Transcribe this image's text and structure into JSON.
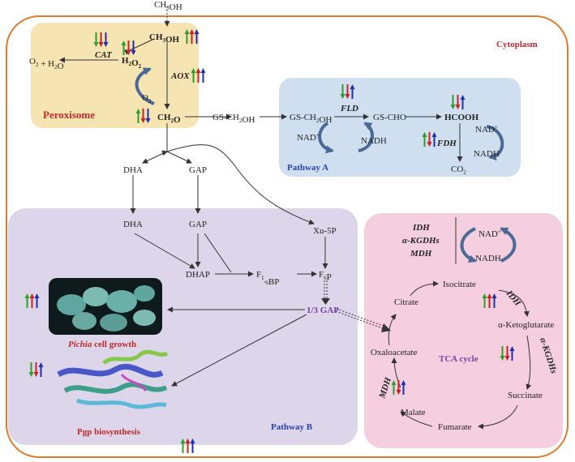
{
  "molecules": {
    "methanol_top": "CH3OH",
    "methanol": "CH3OH",
    "h2o2": "H2O2",
    "o2_h2o": "O2 + H2O",
    "o2": "O2",
    "formaldehyde": "CH2O",
    "gs_ch2oh_1": "GS-CH2OH",
    "gs_ch2oh_2": "GS-CH2OH",
    "gs_cho": "GS-CHO",
    "hcooh": "HCOOH",
    "nad_a": "NAD+",
    "nadh_a": "NADH",
    "nad_fdh": "NAD+",
    "nadh_fdh": "NADH",
    "co2": "CO2",
    "dha_1": "DHA",
    "gap_1": "GAP",
    "dha_2": "DHA",
    "gap_2": "GAP",
    "xu5p": "Xu-5P",
    "dhap": "DHAP",
    "f16bp": "F1,6BP",
    "f6p": "F6P",
    "gap_third": "1/3 GAP",
    "nad_tca": "NAD+",
    "nadh_tca": "NADH",
    "isocitrate": "Isocitrate",
    "citrate": "Citrate",
    "akg": "α-Ketoglutarate",
    "oxaloacetate": "Oxaloacetate",
    "succinate": "Succinate",
    "malate": "Malate",
    "fumarate": "Fumarate"
  },
  "enzymes": {
    "cat": "CAT",
    "aox": "AOX",
    "fld": "FLD",
    "fdh": "FDH",
    "idh_list": "IDH",
    "akgdh_list": "α-KGDHs",
    "mdh_list": "MDH",
    "idh": "IDH",
    "akgdh": "α-KGDHs",
    "mdh": "MDH"
  },
  "labels": {
    "cytoplasm": "Cytoplasm",
    "peroxisome": "Peroxisome",
    "pathway_a": "Pathway A",
    "pathway_b": "Pathway B",
    "tca": "TCA cycle",
    "pichia_italic": "Pichia",
    "pichia_rest": " cell growth",
    "pgp": "Pgp biosynthesis"
  },
  "colors": {
    "cytoplasm_border": "#e07b2a",
    "peroxisome_fill": "#f6e4b2",
    "pathway_a_fill": "#cfdff0",
    "pathway_b_fill": "#ddd6ea",
    "tca_fill": "#f5cfe0",
    "arrow_green": "#2aa02a",
    "arrow_red": "#d02020",
    "arrow_blue": "#1f2fb0"
  },
  "expression_arrows": [
    {
      "id": "cat",
      "directions": [
        "down",
        "down",
        "down"
      ]
    },
    {
      "id": "h2o2",
      "directions": [
        "up",
        "down",
        "down"
      ]
    },
    {
      "id": "methanol",
      "directions": [
        "up",
        "up",
        "up"
      ]
    },
    {
      "id": "aox",
      "directions": [
        "up",
        "up",
        "up"
      ]
    },
    {
      "id": "formaldehyde",
      "directions": [
        "up",
        "down",
        "down"
      ]
    },
    {
      "id": "fld",
      "directions": [
        "down",
        "down",
        "up"
      ]
    },
    {
      "id": "hcooh",
      "directions": [
        "down",
        "down",
        "up"
      ]
    },
    {
      "id": "fdh",
      "directions": [
        "up",
        "down",
        "up"
      ]
    },
    {
      "id": "idh",
      "directions": [
        "up",
        "up",
        "up"
      ]
    },
    {
      "id": "akgdh",
      "directions": [
        "down",
        "down",
        "up"
      ]
    },
    {
      "id": "mdh",
      "directions": [
        "up",
        "down",
        "up"
      ]
    },
    {
      "id": "growth",
      "directions": [
        "up",
        "up",
        "up"
      ]
    },
    {
      "id": "pgp",
      "directions": [
        "down",
        "down",
        "up"
      ]
    },
    {
      "id": "bottom",
      "directions": [
        "up",
        "up",
        "up"
      ]
    }
  ]
}
